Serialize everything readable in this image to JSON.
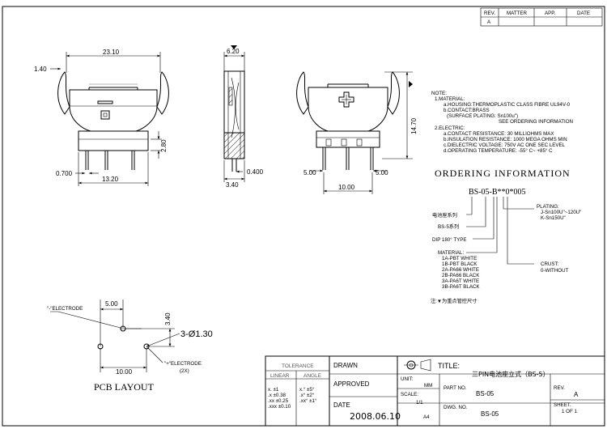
{
  "revision_table": {
    "headers": [
      "REV.",
      "MATTER",
      "APP.",
      "DATE"
    ],
    "row": [
      "A",
      "",
      "",
      ""
    ]
  },
  "dimensions": {
    "width_top": "23.10",
    "side_top": "6.20",
    "left_offset": "1.40",
    "height_small": "2.80",
    "pin_left": "0.700",
    "base_width": "13.20",
    "side_pin": "0.400",
    "side_base": "3.40",
    "height_total": "14.70",
    "pitch_left": "5.00",
    "pitch_right": "5.00",
    "pitch_total": "10.00"
  },
  "note": {
    "heading": "NOTE:",
    "material_heading": "1.MATERIAL:",
    "material_lines": [
      "a.HOUSING:THERMOPLASTIC CLASS FIBRE UL94V-0",
      "b.CONTACT:BRASS",
      "(SURFACE PLATING: Sn100u\")",
      "SEE ORDERING INFORMATION"
    ],
    "electric_heading": "2.ELECTRIC:",
    "electric_lines": [
      "a.CONTACT RESISTANCE: 30 MILLIOHMS MAX",
      "b.INSULATION RESISTANCE: 1000 MEGA OHMS MIN",
      "c.DIELECTRIC VOLTAGE: 750V AC ONE SEC LEVEL",
      "d.OPERATING TEMPERATURE: -55° C~ +85° C"
    ]
  },
  "ordering": {
    "title": "ORDERING INFORMATION",
    "code": "BS-05-B**0*005",
    "series_cn": "电池座系列",
    "series": "BS-5系列",
    "dip": "DIP 180° TYPE",
    "material_heading": "MATERIAL:",
    "materials": [
      "1A-PBT WHITE",
      "1B-PBT BLACK",
      "2A-PA66 WHITE",
      "2B-PA66 BLACK",
      "3A-PA6T WHITE",
      "3B-PA6T BLACK"
    ],
    "plating_heading": "PLATING:",
    "platings": [
      "J-Sn100U\"~120U\"",
      "K-Sn150U\""
    ],
    "crust_heading": "CRUST:",
    "crust": "0-WITHOUT",
    "footnote": "注:▼为重点管控尺寸"
  },
  "pcb": {
    "title": "PCB LAYOUT",
    "neg_electrode": "\"-\"ELECTRODE",
    "pos_electrode": "\"+\"ELECTRODE",
    "pos_count": "(2X)",
    "dim_top": "5.00",
    "dim_side": "3.40",
    "dim_bottom": "10.00",
    "holes": "3-Ø1.30"
  },
  "title_block": {
    "tolerance_heading": "TOLERANCE",
    "linear_heading": "LINEAR",
    "angle_heading": "ANGLE",
    "linear_rows": [
      "x.      ±1",
      ".x      ±0.38",
      ".xx    ±0.25",
      ".xxx  ±0.10"
    ],
    "angle_rows": [
      "x.°      ±5°",
      ".x°      ±2°",
      ".xx°   ±1°"
    ],
    "drawn_label": "DRAWN",
    "approved_label": "APPROVED",
    "date_label": "DATE",
    "date_value": "2008.06.10",
    "title_label": "TITLE:",
    "title_value": "三PIN电池座立式（BS-5）",
    "unit_label": "UNIT:",
    "unit_value": "MM",
    "scale_label": "SCALE:",
    "scale_value": "1/1",
    "size_value": "A4",
    "part_no_label": "PART NO.",
    "part_no_value": "BS-05",
    "dwg_no_label": "DWG. NO.",
    "dwg_no_value": "BS-05",
    "rev_label": "REV.",
    "rev_value": "A",
    "sheet_label": "SHEET.",
    "sheet_value": "1   OF  1"
  }
}
